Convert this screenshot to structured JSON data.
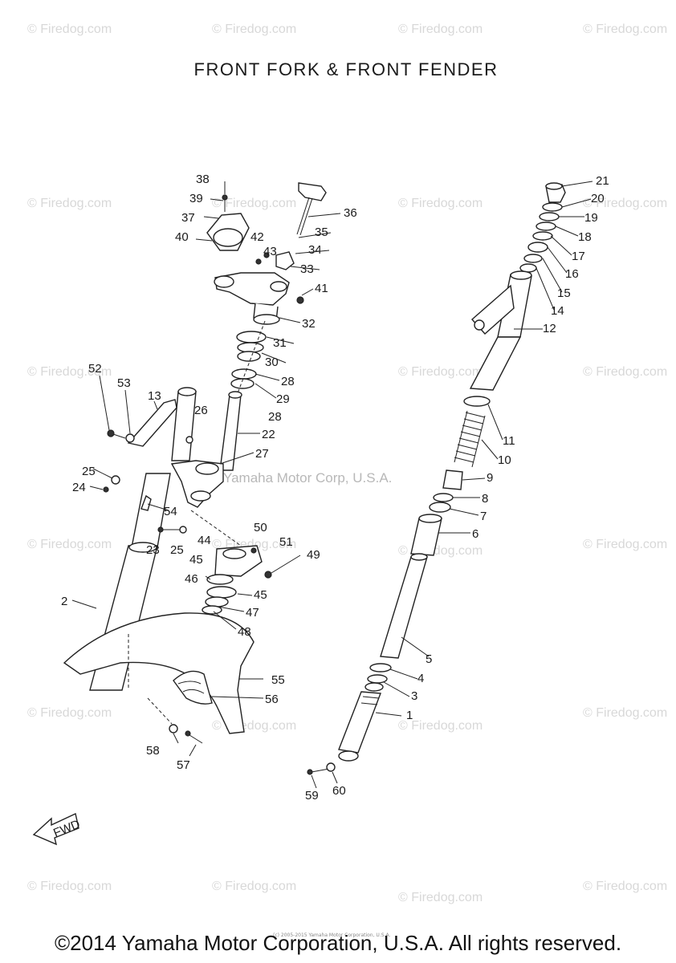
{
  "title": "FRONT FORK & FRONT FENDER",
  "footer": "©2014 Yamaha Motor Corporation, U.S.A. All rights reserved.",
  "small_print": "(c) 2005-2015 Yamaha Motor Corporation, U.S.A.",
  "overlay_text": "Yamaha Motor Corp, U.S.A.",
  "watermark": "© Firedog.com",
  "fwd_label": "FWD",
  "part_numbers": [
    "1",
    "2",
    "3",
    "4",
    "5",
    "6",
    "7",
    "8",
    "9",
    "10",
    "11",
    "12",
    "13",
    "14",
    "15",
    "16",
    "17",
    "18",
    "19",
    "20",
    "21",
    "22",
    "23",
    "24",
    "25",
    "25",
    "26",
    "27",
    "28",
    "28",
    "29",
    "30",
    "31",
    "32",
    "33",
    "34",
    "35",
    "36",
    "37",
    "38",
    "39",
    "40",
    "41",
    "42",
    "43",
    "44",
    "45",
    "45",
    "46",
    "47",
    "48",
    "49",
    "50",
    "51",
    "52",
    "53",
    "54",
    "55",
    "56",
    "57",
    "58",
    "59",
    "60"
  ]
}
